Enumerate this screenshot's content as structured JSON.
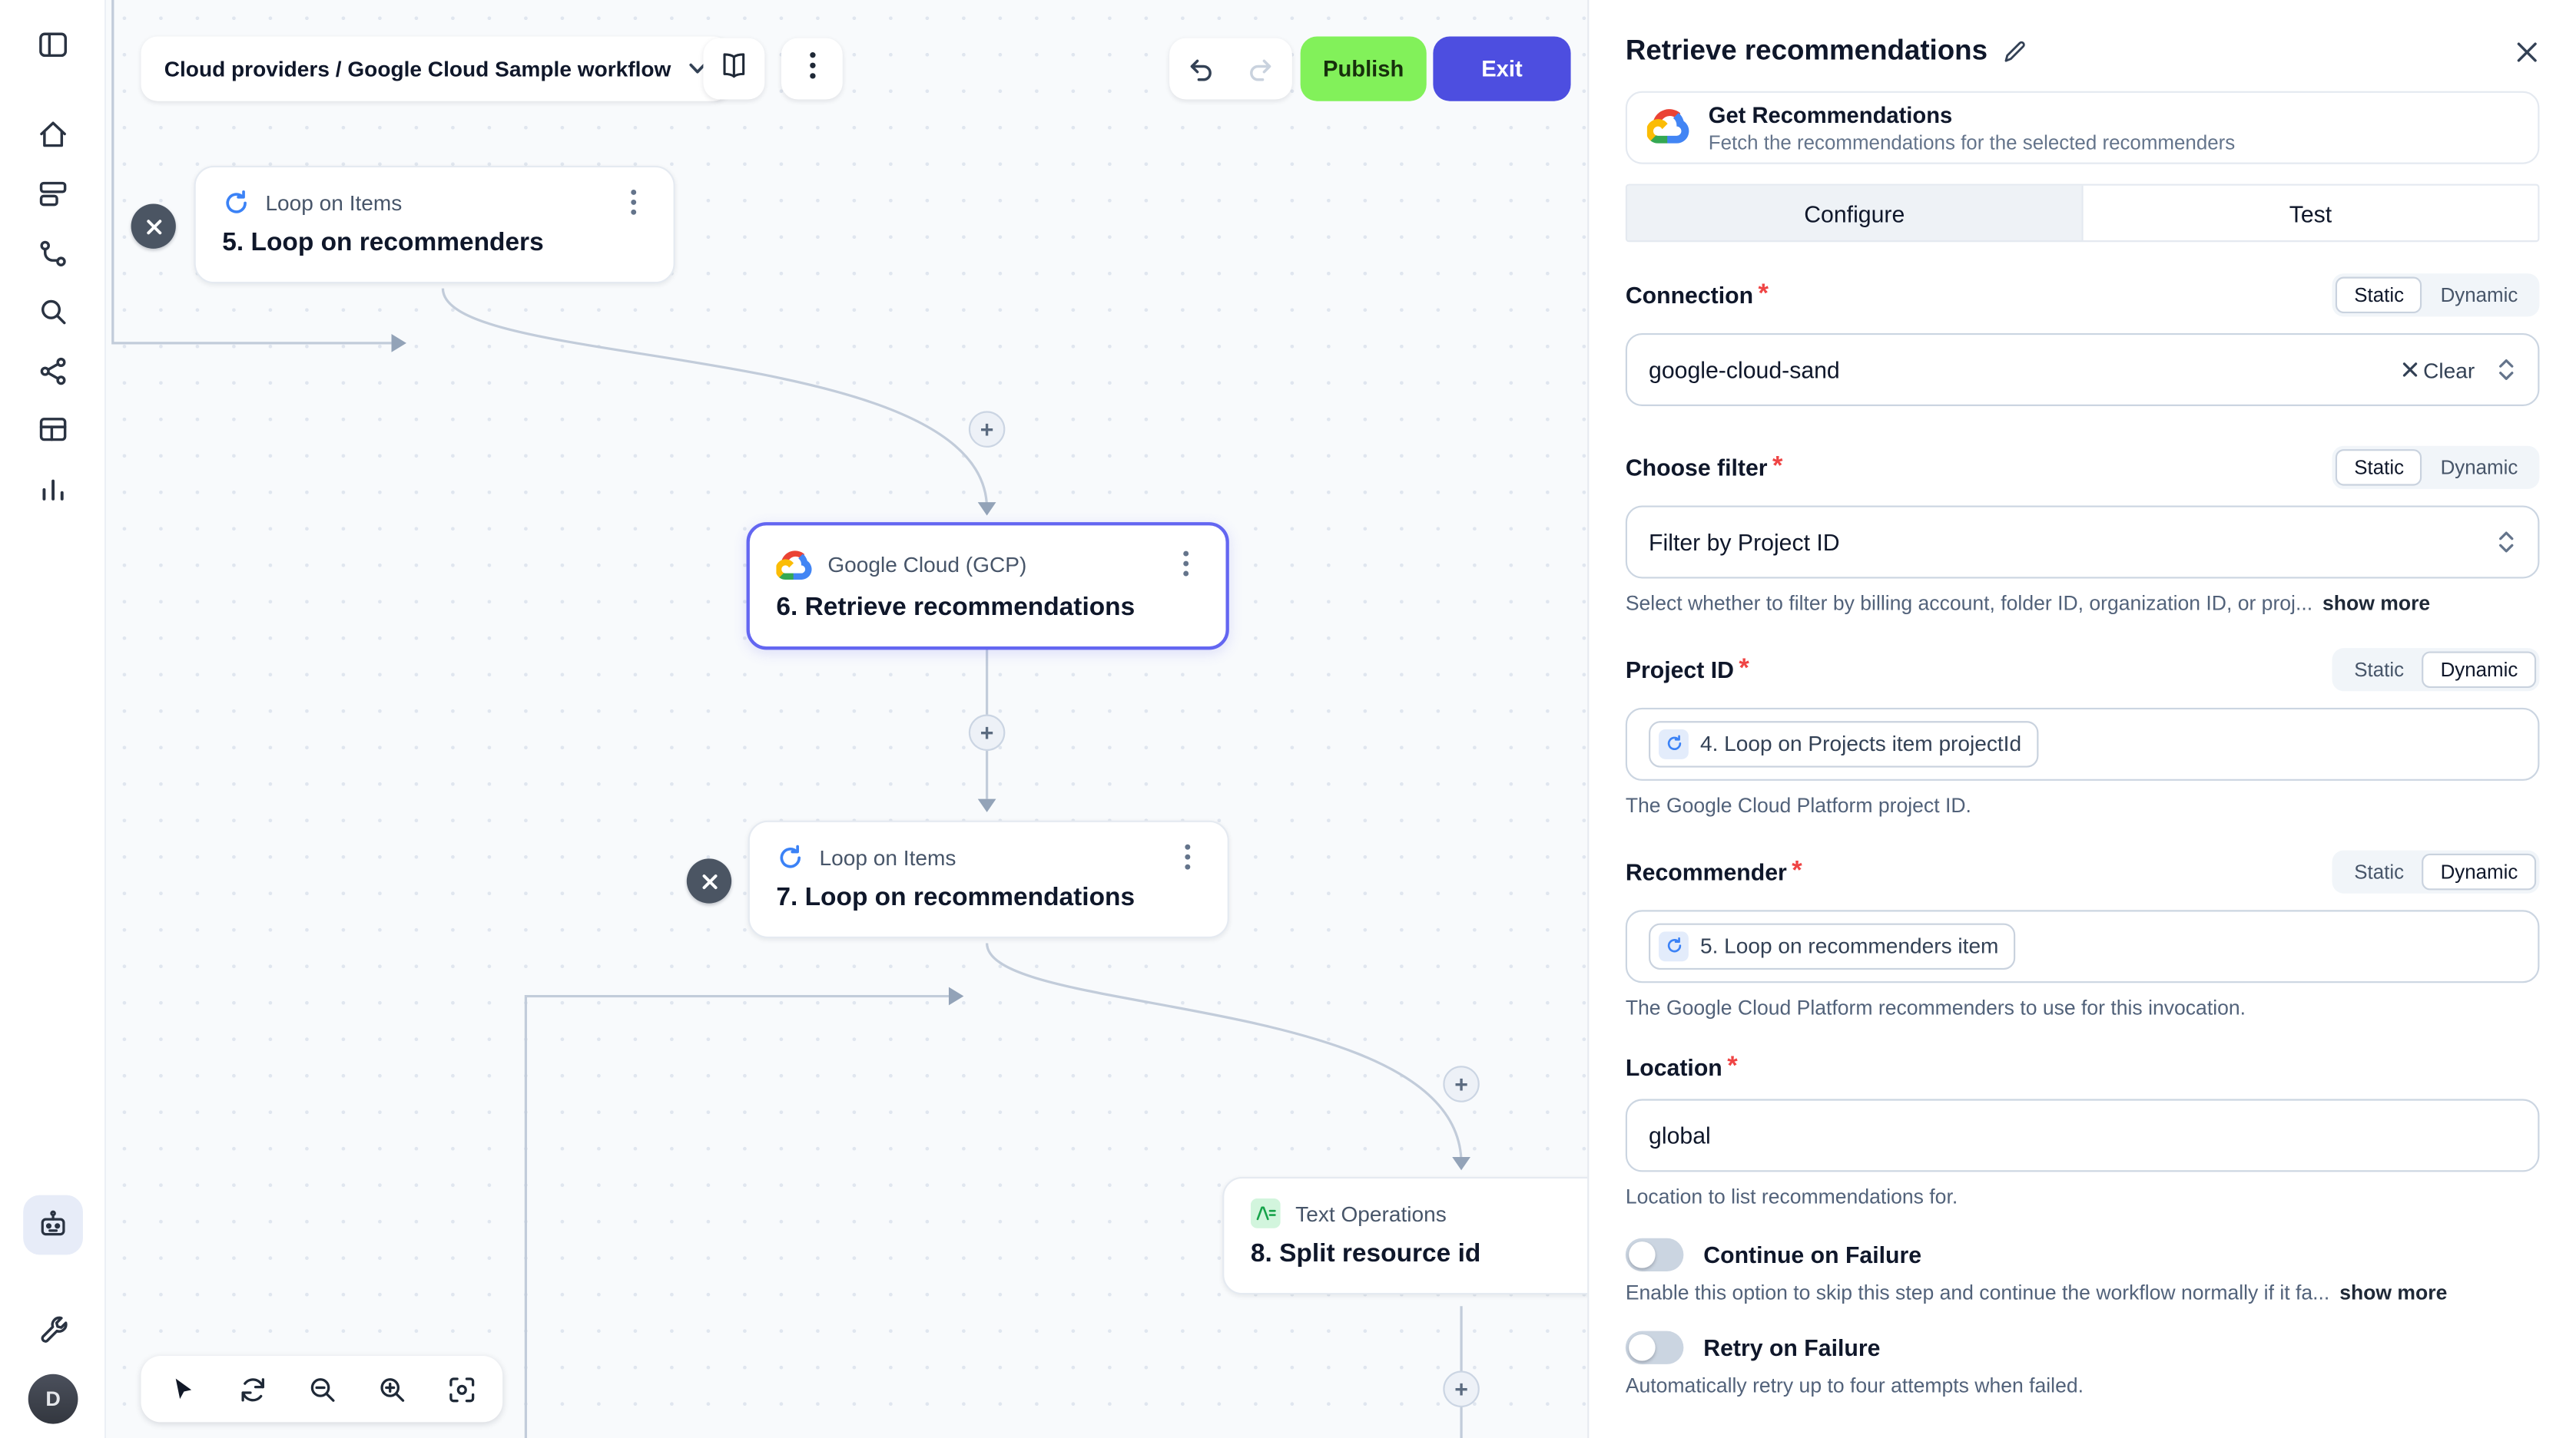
{
  "colors": {
    "accent_green": "#82F15A",
    "accent_indigo": "#4D4EE0",
    "node_selected_border": "#6366F1",
    "canvas_bg": "#F8FAFC",
    "loop_icon_blue": "#3B82F6",
    "required_red": "#EF4444"
  },
  "icons": {
    "plus_glyph": "+"
  },
  "sidebar": {
    "avatar_initial": "D",
    "items": [
      "panel-toggle",
      "home",
      "workflows",
      "integrations",
      "search-docs",
      "share-graph",
      "table",
      "analytics",
      "robot-tool",
      "wrench-settings"
    ]
  },
  "topbar": {
    "workflow_selector_label": "Cloud providers / Google Cloud Sample workflow",
    "publish_label": "Publish",
    "exit_label": "Exit"
  },
  "canvas": {
    "nodes": {
      "node5": {
        "type": "Loop on Items",
        "title": "5. Loop on recommenders"
      },
      "node6": {
        "type": "Google Cloud (GCP)",
        "title": "6. Retrieve recommendations",
        "selected": true
      },
      "node7": {
        "type": "Loop on Items",
        "title": "7. Loop on recommendations"
      },
      "node8": {
        "type": "Text Operations",
        "title": "8. Split resource id"
      }
    }
  },
  "panel": {
    "title": "Retrieve recommendations",
    "action_title": "Get Recommendations",
    "action_subtitle": "Fetch the recommendations for the selected recommenders",
    "tabs": {
      "configure": "Configure",
      "test": "Test",
      "active": "Configure"
    },
    "segmented": {
      "static": "Static",
      "dynamic": "Dynamic"
    },
    "connection": {
      "label": "Connection",
      "required": true,
      "mode": "static",
      "value": "google-cloud-sand",
      "clear_label": "Clear"
    },
    "choose_filter": {
      "label": "Choose filter",
      "required": true,
      "mode": "static",
      "value": "Filter by Project ID",
      "helper": "Select whether to filter by billing account, folder ID, organization ID, or proj...",
      "show_more": "show more"
    },
    "project_id": {
      "label": "Project ID",
      "required": true,
      "mode": "dynamic",
      "token": "4. Loop on Projects item projectId",
      "helper": "The Google Cloud Platform project ID."
    },
    "recommender": {
      "label": "Recommender",
      "required": true,
      "mode": "dynamic",
      "token": "5. Loop on recommenders item",
      "helper": "The Google Cloud Platform recommenders to use for this invocation."
    },
    "location": {
      "label": "Location",
      "required": true,
      "value": "global",
      "helper": "Location to list recommendations for."
    },
    "continue_on_failure": {
      "label": "Continue on Failure",
      "enabled": false,
      "helper": "Enable this option to skip this step and continue the workflow normally if it fa...",
      "show_more": "show more"
    },
    "retry_on_failure": {
      "label": "Retry on Failure",
      "enabled": false,
      "helper": "Automatically retry up to four attempts when failed."
    }
  }
}
